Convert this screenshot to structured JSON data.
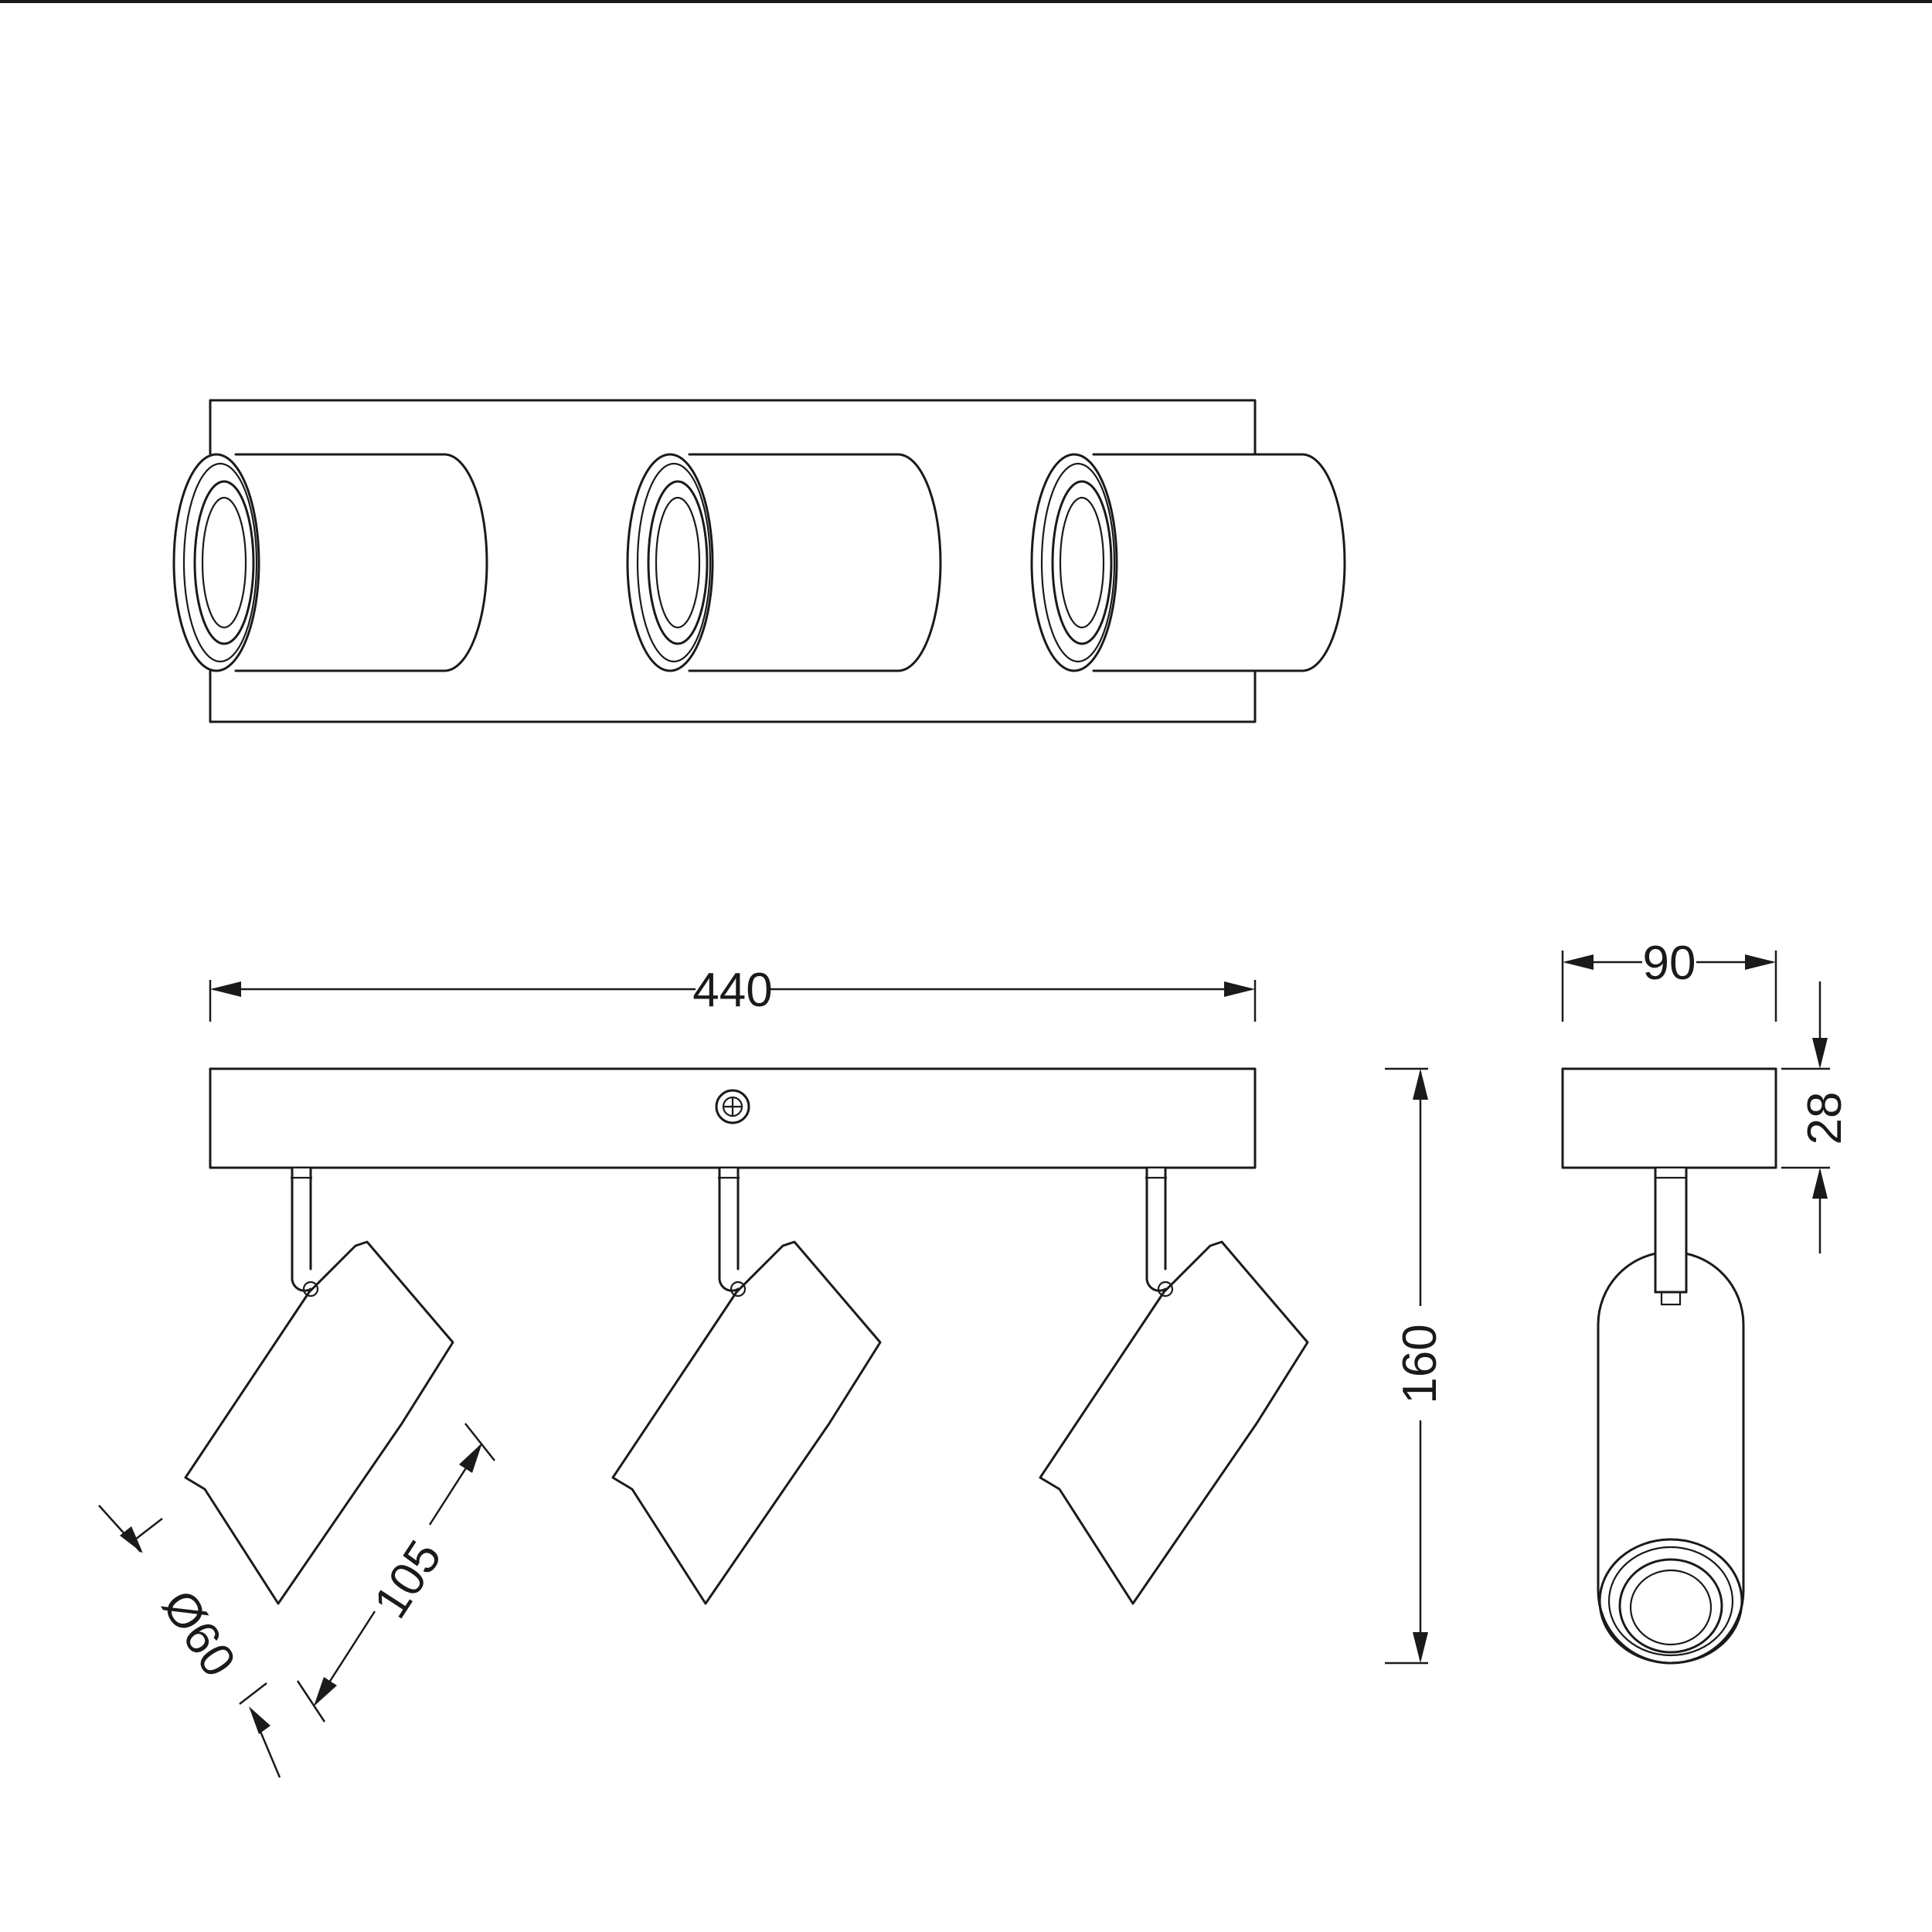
{
  "dimensions": {
    "length": "440",
    "height": "160",
    "depth": "90",
    "base_thickness": "28",
    "shade_length": "105",
    "shade_diameter": "Ø60"
  }
}
